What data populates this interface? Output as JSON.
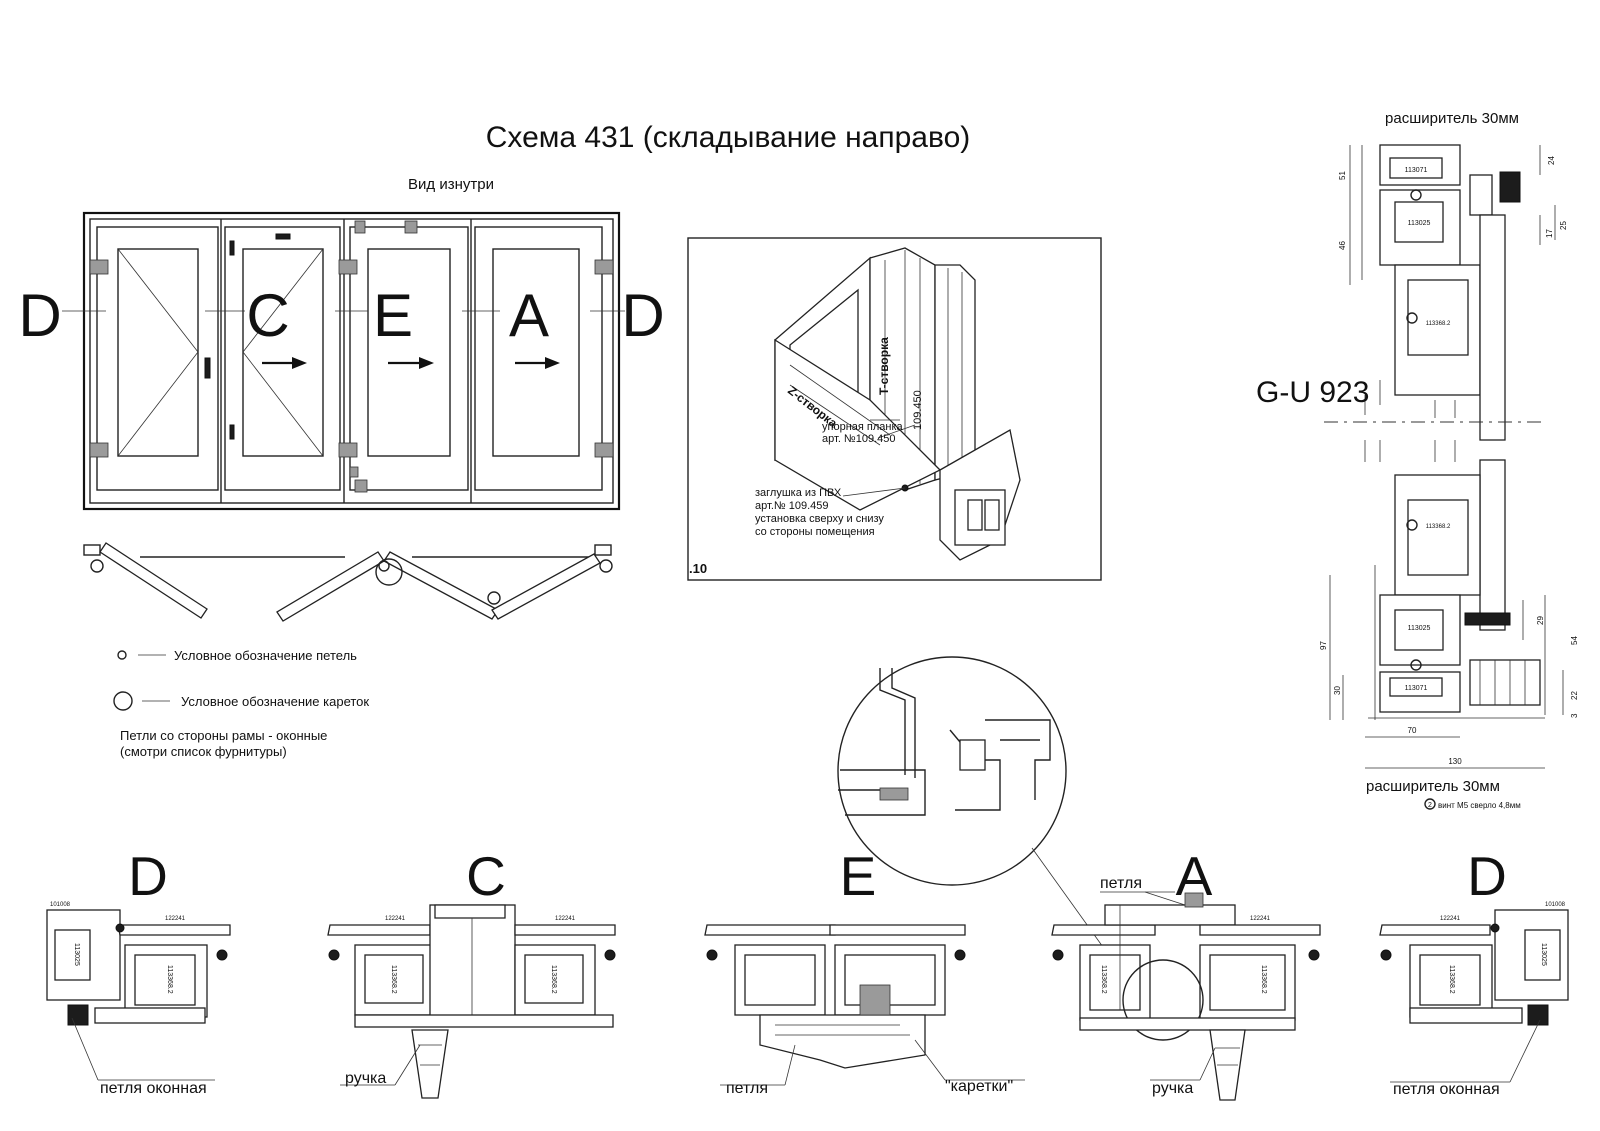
{
  "title": "Схема 431 (складывание направо)",
  "view_label": "Вид изнутри",
  "sash_letters": [
    "D",
    "C",
    "E",
    "A",
    "D"
  ],
  "legend": {
    "hinges": "Условное обозначение петель",
    "carriages": "Условное обозначение кареток",
    "note_line1": "Петли со стороны рамы - оконные",
    "note_line2": "(смотри список фурнитуры)"
  },
  "iso_detail": {
    "t_sash": "T-створка",
    "z_sash": "Z-створка",
    "profile_no": "109.450",
    "stop_bar_line1": "упорная планка",
    "stop_bar_line2": "арт. №109.450",
    "cap_line1": "заглушка из ПВХ",
    "cap_line2": "арт.№ 109.459",
    "cap_line3": "установка сверху и снизу",
    "cap_line4": "со стороны помещения",
    "fig_no": ".10"
  },
  "section_right": {
    "expander_top": "расширитель 30мм",
    "expander_bottom": "расширитель 30мм",
    "system": "G-U 923",
    "screw_note": "винт М5 сверло 4,8мм",
    "screw_mark": "2",
    "part_113071": "113071",
    "part_113025": "113025",
    "part_113368": "113368.2",
    "dims": {
      "d24": "24",
      "d51": "51",
      "d46": "46",
      "d25": "25",
      "d17": "17",
      "d97": "97",
      "d29": "29",
      "d54": "54",
      "d30": "30",
      "d22": "22",
      "d3": "3",
      "d70": "70",
      "d130": "130"
    }
  },
  "bottom_sections": {
    "letters": [
      "D",
      "C",
      "E",
      "A",
      "D"
    ],
    "window_hinge": "петля оконная",
    "handle": "ручка",
    "hinge": "петля",
    "carriages": "\"каретки\"",
    "part_113368": "113368.2",
    "part_113025": "113025",
    "part_122241": "122241",
    "part_101008": "101008"
  }
}
